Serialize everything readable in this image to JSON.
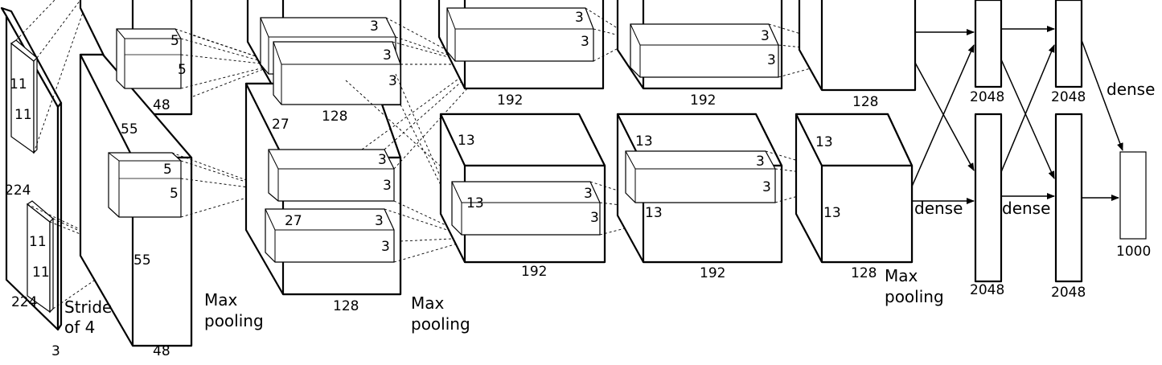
{
  "input": {
    "height": "224",
    "width": "224",
    "channels": "3",
    "kernel_top": [
      "11",
      "11"
    ],
    "kernel_bottom": [
      "11",
      "11"
    ],
    "stride": [
      "Stride",
      "of 4"
    ]
  },
  "conv1": {
    "spatial": "55",
    "depth_top": "48",
    "depth_bottom": "48",
    "kernel_top": [
      "5",
      "5"
    ],
    "kernel_bottom": [
      "5",
      "5"
    ],
    "conv_target": "55",
    "pool": [
      "Max",
      "pooling"
    ]
  },
  "conv2": {
    "spatial": "27",
    "inner": "27",
    "depth_top": "128",
    "depth_bottom": "128",
    "kernel_top_a": [
      "3",
      "3"
    ],
    "kernel_top_b": [
      "3",
      "3"
    ],
    "kernel_bottom_a": [
      "3",
      "3"
    ],
    "kernel_bottom_b": [
      "3",
      "3"
    ],
    "pool": [
      "Max",
      "pooling"
    ]
  },
  "conv3": {
    "spatial": "13",
    "inner": "13",
    "depth_top": "192",
    "depth_bottom": "192",
    "kernel_top": [
      "3",
      "3"
    ],
    "kernel_bottom": [
      "3",
      "3"
    ]
  },
  "conv4": {
    "spatial": "13",
    "inner": "13",
    "depth_top": "192",
    "depth_bottom": "192",
    "kernel_top": [
      "3",
      "3"
    ],
    "kernel_bottom": [
      "3",
      "3"
    ]
  },
  "conv5": {
    "spatial": "13",
    "inner": "13",
    "depth_top": "128",
    "depth_bottom": "128",
    "pool": [
      "Max",
      "pooling"
    ]
  },
  "dense": {
    "fc6_top": "2048",
    "fc6_bottom": "2048",
    "fc7_top": "2048",
    "fc7_bottom": "2048",
    "output": "1000",
    "label_fc6": "dense",
    "label_fc7": "dense",
    "label_out": "dense"
  }
}
